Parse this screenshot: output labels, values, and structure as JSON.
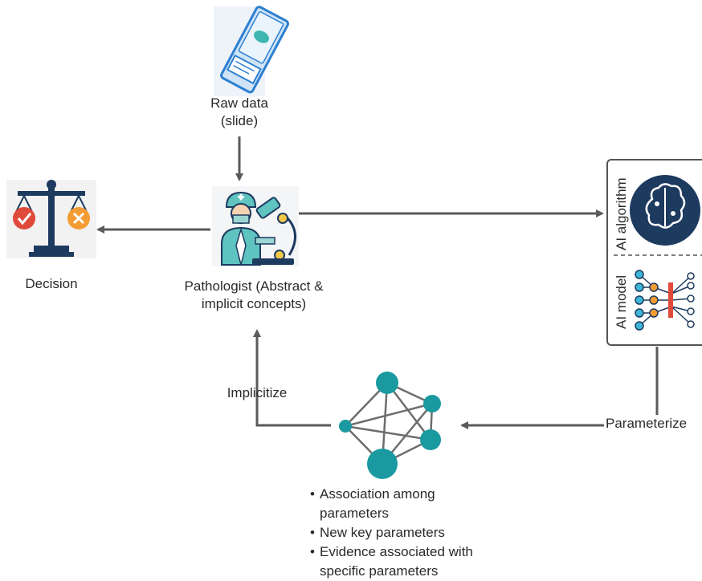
{
  "raw_data": {
    "line1": "Raw data",
    "line2": "(slide)"
  },
  "decision": {
    "label": "Decision"
  },
  "pathologist": {
    "line1": "Pathologist (Abstract &",
    "line2": "implicit concepts)"
  },
  "ai_panel": {
    "algorithm_label": "AI algorithm",
    "model_label": "AI model"
  },
  "edges": {
    "parameterize": "Parameterize",
    "implicitize": "Implicitize"
  },
  "outputs": [
    {
      "line1": "Association among",
      "line2": "parameters"
    },
    {
      "line1": "New key parameters",
      "line2": ""
    },
    {
      "line1": "Evidence associated with",
      "line2": "specific parameters"
    }
  ],
  "colors": {
    "arrow": "#5a5a5a",
    "teal": "#1a9aa0",
    "navy": "#1d3a5f",
    "orange": "#f39c33",
    "red": "#e04a3a",
    "slide_blue": "#2d7fd0"
  }
}
